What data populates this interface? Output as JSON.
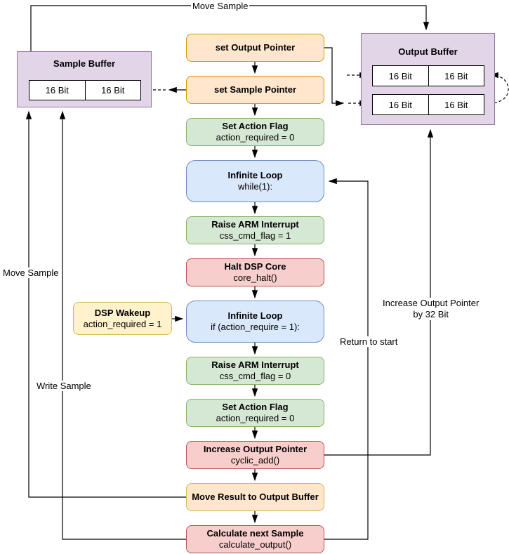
{
  "diagram_type": "flowchart",
  "nodes": [
    {
      "title": "set Output Pointer"
    },
    {
      "title": "set Sample Pointer"
    },
    {
      "title": "Set Action Flag",
      "subtitle": "action_required = 0"
    },
    {
      "title": "Infinite Loop",
      "subtitle": "while(1):"
    },
    {
      "title": "Raise ARM Interrupt",
      "subtitle": "css_cmd_flag = 1"
    },
    {
      "title": "Halt DSP Core",
      "subtitle": "core_halt()"
    },
    {
      "title": "Infinite Loop",
      "subtitle": "if (action_require = 1):"
    },
    {
      "title": "Raise ARM Interrupt",
      "subtitle": "css_cmd_flag = 0"
    },
    {
      "title": "Set Action Flag",
      "subtitle": "action_required = 0"
    },
    {
      "title": "Increase Output Pointer",
      "subtitle": "cyclic_add()"
    },
    {
      "title": "Move Result to Output Buffer"
    },
    {
      "title": "Calculate next Sample",
      "subtitle": "calculate_output()"
    }
  ],
  "side_node": {
    "title": "DSP Wakeup",
    "subtitle": "action_required = 1"
  },
  "sample_buffer": {
    "title": "Sample Buffer",
    "cells": [
      "16 Bit",
      "16 Bit"
    ]
  },
  "output_buffer": {
    "title": "Output Buffer",
    "rows": [
      [
        "16 Bit",
        "16 Bit"
      ],
      [
        "16 Bit",
        "16 Bit"
      ]
    ]
  },
  "edge_labels": {
    "move_sample_top": "Move Sample",
    "move_sample_left": "Move Sample",
    "write_sample": "Write Sample",
    "return_to_start": "Return to start",
    "increase_pointer_line1": "Increase Output Pointer",
    "increase_pointer_line2": "by 32 Bit"
  },
  "palette": {
    "orange_fill": "#FFE6CC",
    "orange_border": "#D79B00",
    "yellow_fill": "#FFF2CC",
    "yellow_border": "#D6B656",
    "green_fill": "#D5E8D4",
    "green_border": "#82B366",
    "blue_fill": "#DAE8FC",
    "blue_border": "#6C8EBF",
    "red_fill": "#F8CECC",
    "red_border": "#B85450",
    "purple_fill": "#E1D5E7",
    "purple_border": "#9673A6",
    "line_color": "#000000"
  }
}
